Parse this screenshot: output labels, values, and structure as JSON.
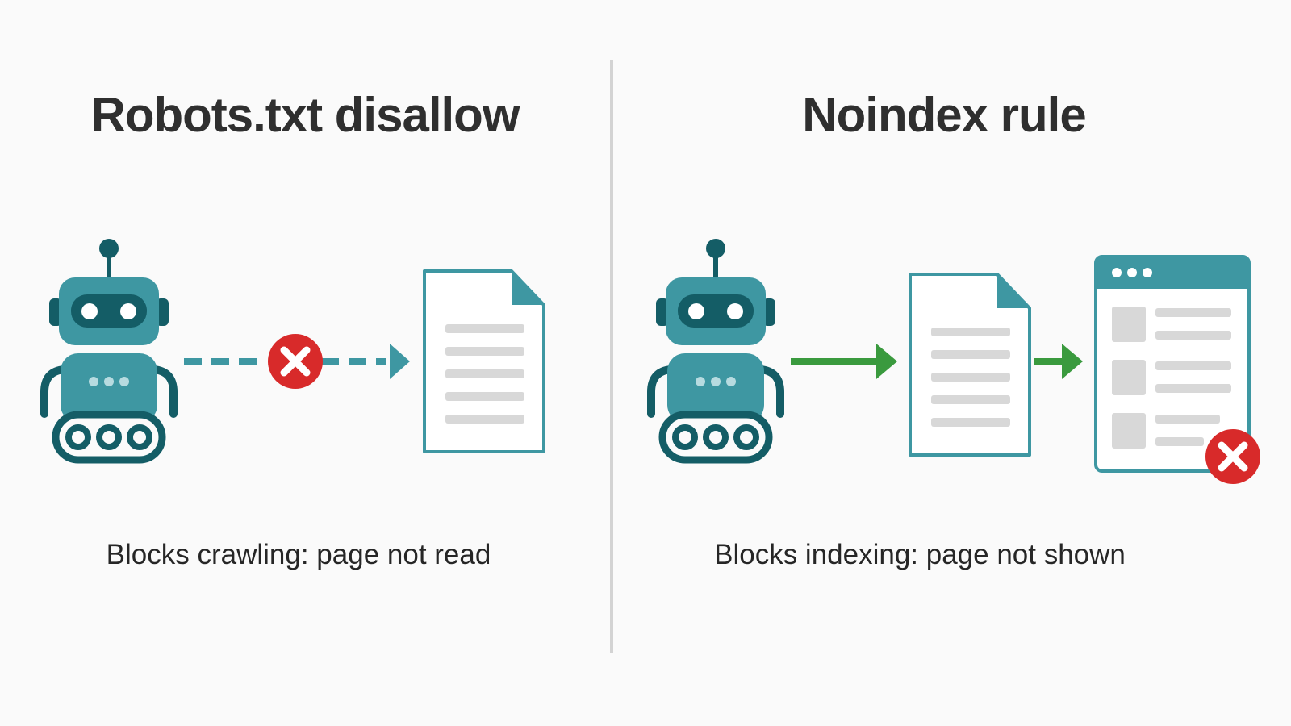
{
  "left_panel": {
    "title": "Robots.txt disallow",
    "caption": "Blocks crawling: page not read"
  },
  "right_panel": {
    "title": "Noindex rule",
    "caption": "Blocks indexing: page not shown"
  },
  "colors": {
    "robot_teal": "#3e97a2",
    "robot_dark": "#145d66",
    "blocked_red": "#d82a2a",
    "allowed_green": "#3a9a3e",
    "document_line": "#d8d8d8",
    "divider": "#d3d3d3"
  }
}
